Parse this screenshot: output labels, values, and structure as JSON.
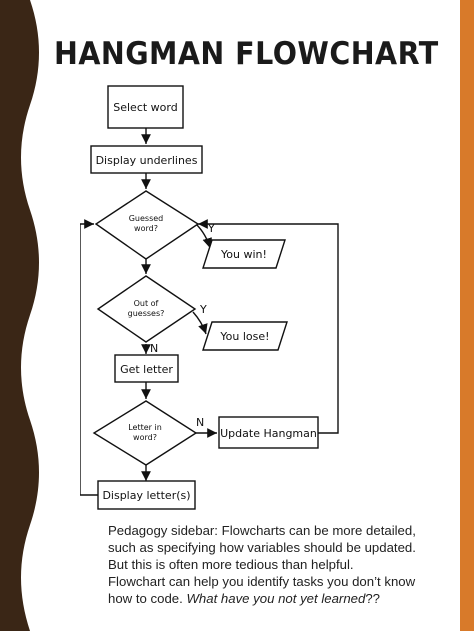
{
  "title": "HANGMAN FLOWCHART",
  "colors": {
    "left_band": "#3a2616",
    "right_band": "#d87a2a",
    "line": "#111111"
  },
  "flowchart": {
    "nodes": {
      "select_word": "Select word",
      "display_underlines": "Display underlines",
      "guessed_word": [
        "Guessed",
        "word?"
      ],
      "you_win": "You win!",
      "out_of_guesses": [
        "Out of",
        "guesses?"
      ],
      "you_lose": "You lose!",
      "get_letter": "Get letter",
      "letter_in_word": [
        "Letter in",
        "word?"
      ],
      "update_hangman": "Update Hangman",
      "display_letters": "Display letter(s)"
    },
    "edge_labels": {
      "guessed_yes": "Y",
      "guesses_yes": "Y",
      "guesses_no": "N",
      "letter_no": "N"
    }
  },
  "caption": {
    "line1": "Pedagogy sidebar: Flowcharts can be more detailed, such as specifying how variables should be updated. But this is often more tedious than helpful.",
    "line2_plain": "Flowchart can help you identify tasks you don’t know how to code. ",
    "line2_italic": "What have you not yet learned",
    "line2_end": "??"
  }
}
